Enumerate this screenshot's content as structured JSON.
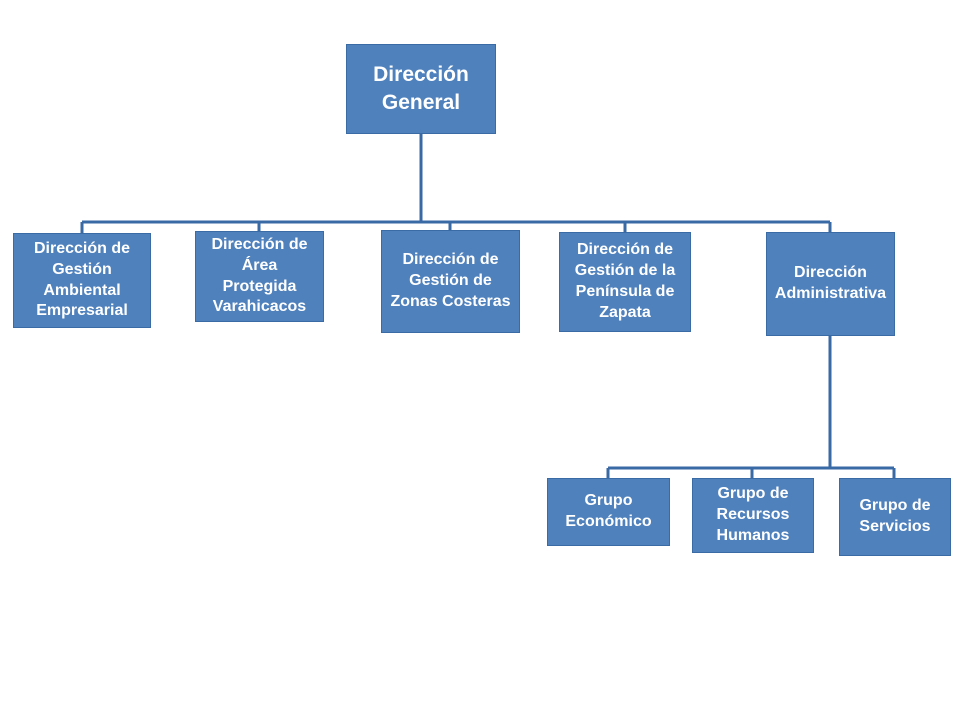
{
  "chart": {
    "root": "Dirección\nGeneral",
    "departments": [
      "Dirección de\nGestión\nAmbiental\nEmpresarial",
      "Dirección de\nÁrea\nProtegida\nVarahicacos",
      "Dirección de\nGestión de\nZonas Costeras",
      "Dirección de\nGestión de la\nPenínsula de\nZapata",
      "Dirección\nAdministrativa"
    ],
    "groups": [
      "Grupo\nEconómico",
      "Grupo de\nRecursos\nHumanos",
      "Grupo de\nServicios"
    ]
  },
  "colors": {
    "box_fill": "#4f81bd",
    "connector": "#3a6aa5",
    "text": "#ffffff"
  }
}
